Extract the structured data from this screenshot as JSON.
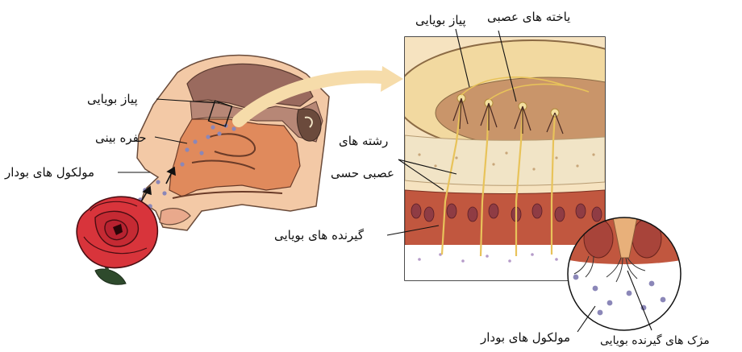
{
  "labels": {
    "olfactory_bulb_left": "پیاز بویایی",
    "nasal_cavity": "حفره بینی",
    "odor_molecules_left": "مولکول های بودار",
    "nerve_cells": "یاخته های عصبی",
    "olfactory_bulb_right": "پیاز بویایی",
    "sensory_nerve_fibers_line1": "رشته های",
    "sensory_nerve_fibers_line2": "عصبی حسی",
    "olfactory_receptors": "گیرنده های بویایی",
    "odor_molecules_bottom": "مولکول های بودار",
    "receptor_cilia": "مژک های گیرنده بویایی"
  },
  "colors": {
    "skin": "#f3c9a6",
    "brain": "#9a6a5e",
    "nasal_tissue": "#e08a5c",
    "bone": "#f1e4c6",
    "bulb": "#f2d9a0",
    "epithelium": "#c1573f",
    "molecule": "#8b87b8",
    "rose": "#d8343b",
    "arrow": "#f6dcaa"
  }
}
